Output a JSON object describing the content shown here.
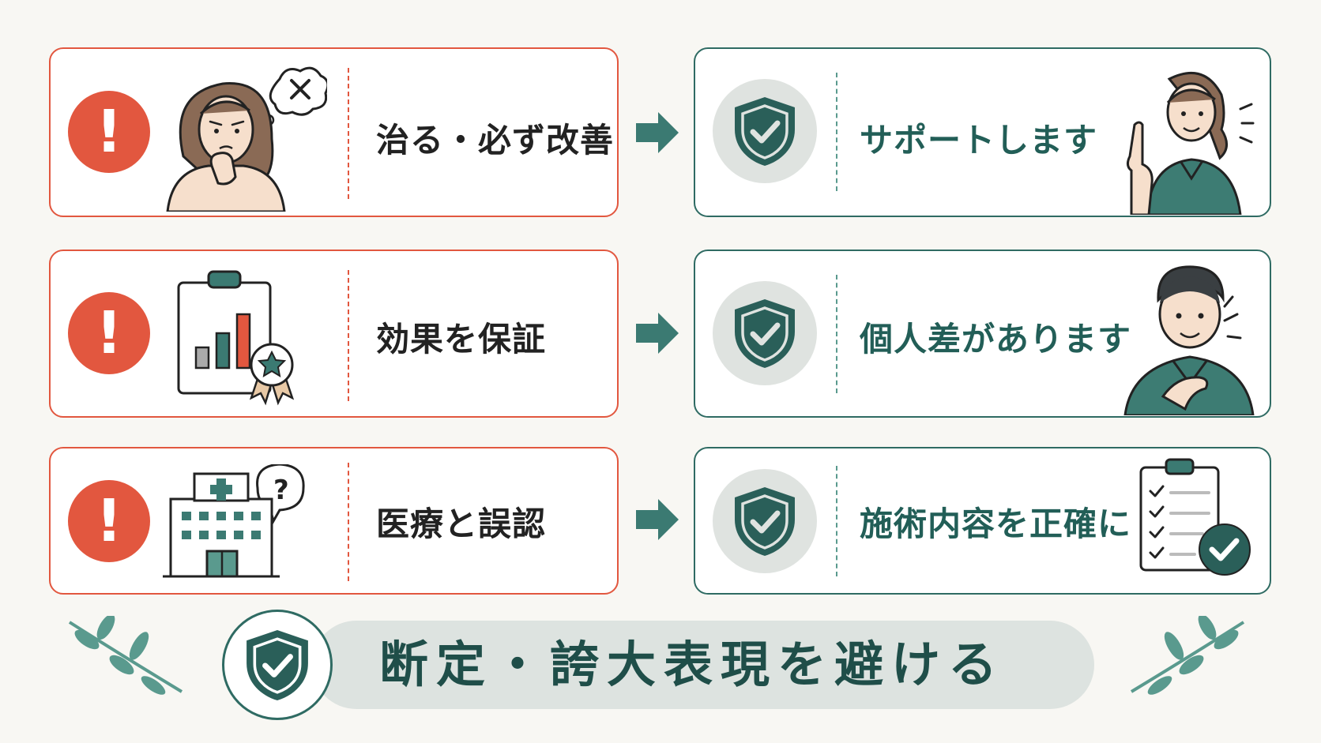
{
  "rows": [
    {
      "ng_text": "治る・必ず改善",
      "ok_text": "サポートします"
    },
    {
      "ng_text": "効果を保証",
      "ok_text": "個人差があります"
    },
    {
      "ng_text": "医療と誤認",
      "ok_text": "施術内容を正確に"
    }
  ],
  "alert_mark": "!",
  "banner_text": "断定・誇大表現を避ける",
  "colors": {
    "ng": "#e2573f",
    "ok": "#2f6b63",
    "background": "#f8f7f3"
  },
  "icons": [
    "alert-icon",
    "shield-check-icon",
    "arrow-right-icon",
    "clipboard-chart-icon",
    "award-ribbon-icon",
    "hospital-icon",
    "question-bubble-icon",
    "checklist-icon",
    "leaf-icon"
  ]
}
